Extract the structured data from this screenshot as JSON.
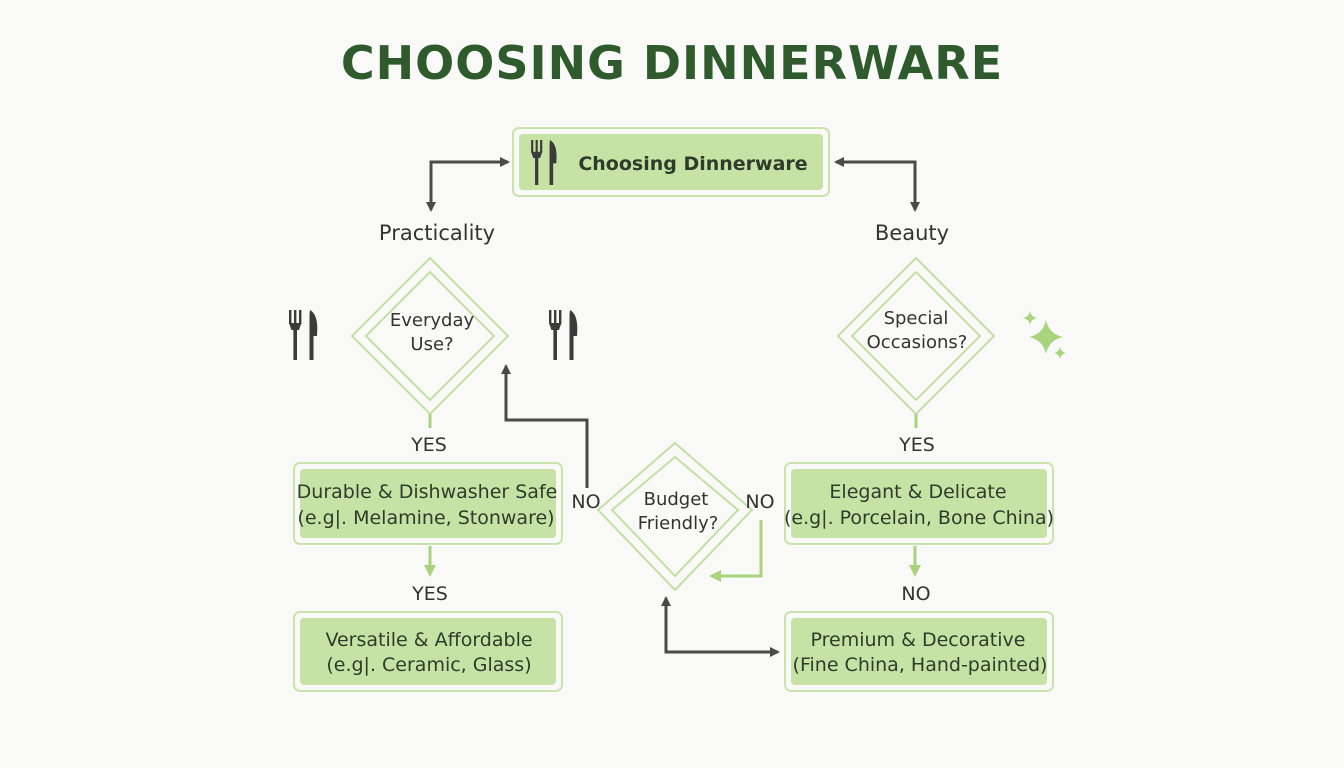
{
  "title": "CHOOSING DINNERWARE",
  "colors": {
    "title": "#2e5a2c",
    "box_fill": "#c6e2a4",
    "box_border": "#b9d99a",
    "arrow_dark": "#4a4a4a",
    "arrow_green": "#a9d47e",
    "sparkle": "#a9d47e"
  },
  "nodes": {
    "root": {
      "label": "Choosing Dinnerware",
      "icon": "fork-knife-icon"
    },
    "branch_left": "Practicality",
    "branch_right": "Beauty",
    "everyday": {
      "line1": "Everyday",
      "line2": "Use?"
    },
    "special": {
      "line1": "Special",
      "line2": "Occasions?"
    },
    "budget": {
      "line1": "Budget",
      "line2": "Friendly?"
    },
    "durable": {
      "line1": "Durable & Dishwasher Safe",
      "line2": "(e.g|. Melamine, Stonware)"
    },
    "versatile": {
      "line1": "Versatile & Affordable",
      "line2": "(e.g|. Ceramic, Glass)"
    },
    "elegant": {
      "line1": "Elegant & Delicate",
      "line2": "(e.g|. Porcelain, Bone China)"
    },
    "premium": {
      "line1": "Premium & Decorative",
      "line2": "(Fine China, Hand-painted)"
    }
  },
  "edge_labels": {
    "yes_everyday": "YES",
    "yes_durable": "YES",
    "yes_special": "YES",
    "no_elegant": "NO",
    "no_left": "NO",
    "no_right": "NO"
  },
  "decorations": [
    "fork-knife-icon",
    "fork-knife-icon",
    "sparkle-icon"
  ]
}
